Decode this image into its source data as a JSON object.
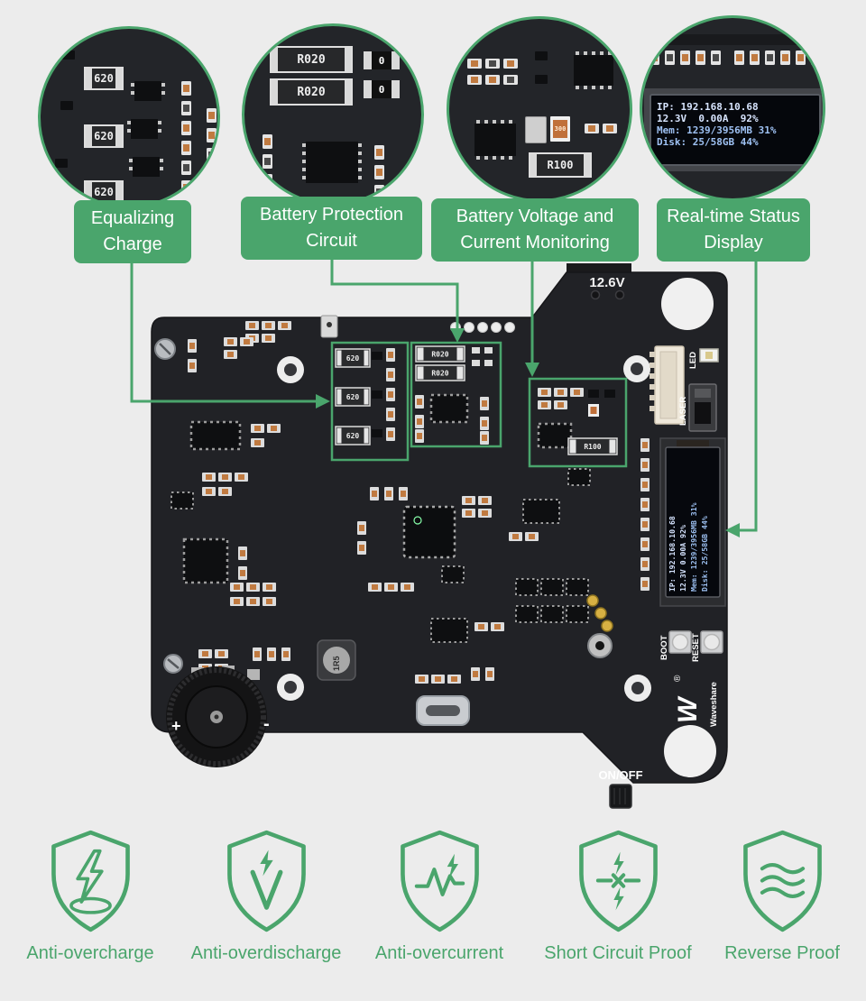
{
  "colors": {
    "accent_green": "#4aa56c",
    "background": "#ececec",
    "pcb_black": "#212226",
    "oled_blue": "#a9c9f2"
  },
  "callouts": [
    {
      "label": "Equalizing Charge"
    },
    {
      "label": "Battery Protection Circuit"
    },
    {
      "label": "Battery Voltage and Current Monitoring"
    },
    {
      "label": "Real-time Status Display"
    }
  ],
  "oled": {
    "lines": [
      "IP: 192.168.10.68",
      "12.3V  0.00A  92%",
      "Mem: 1239/3956MB 31%",
      "Disk: 25/58GB 44%"
    ]
  },
  "board": {
    "voltage": "12.6V",
    "power_switch": "ON/OFF",
    "boot": "BOOT",
    "reset": "RESET",
    "led": "LED",
    "laser": "LASER",
    "brand": "Waveshare",
    "brand_mark": "W",
    "registered": "®",
    "inductor": "1R5",
    "plus": "+",
    "minus": "-",
    "res_620": "620",
    "res_020": "R020",
    "res_100": "R100",
    "res_300": "300",
    "res_zero": "0"
  },
  "features": [
    {
      "label": "Anti-overcharge"
    },
    {
      "label": "Anti-overdischarge"
    },
    {
      "label": "Anti-overcurrent"
    },
    {
      "label": "Short Circuit Proof"
    },
    {
      "label": "Reverse Proof"
    }
  ]
}
